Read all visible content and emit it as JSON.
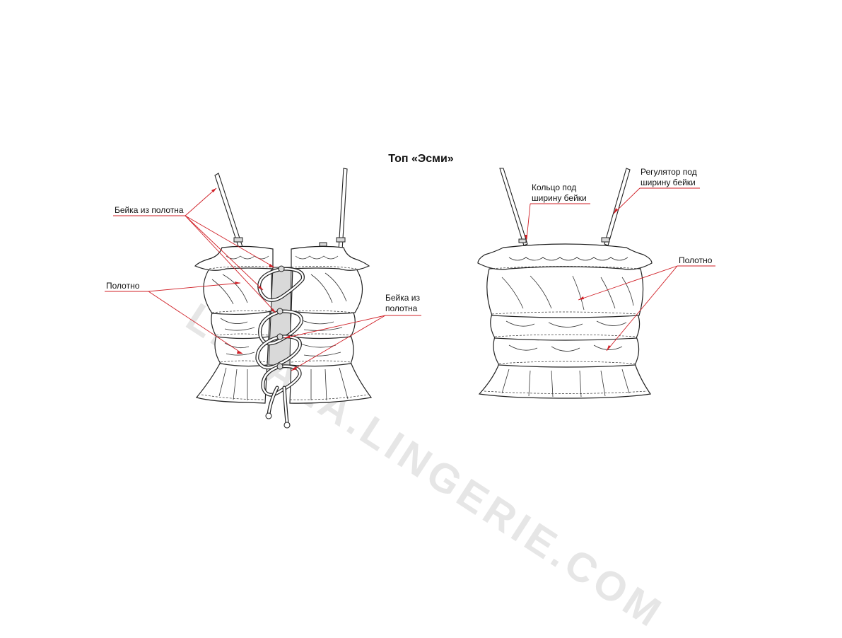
{
  "title": "Топ «Эсми»",
  "watermark": "LEKALA.LINGERIE.COM",
  "front_view": {
    "labels": {
      "bias_binding_top": "Бейка из полотна",
      "fabric": "Полотно",
      "bias_binding_side_line1": "Бейка из",
      "bias_binding_side_line2": "полотна"
    }
  },
  "back_view": {
    "labels": {
      "ring_line1": "Кольцо под",
      "ring_line2": "ширину бейки",
      "slider_line1": "Регулятор под",
      "slider_line2": "ширину бейки",
      "fabric": "Полотно"
    }
  },
  "colors": {
    "leader_lines": "#d01f26",
    "outline": "#222222",
    "watermark": "#e6e6e6"
  }
}
